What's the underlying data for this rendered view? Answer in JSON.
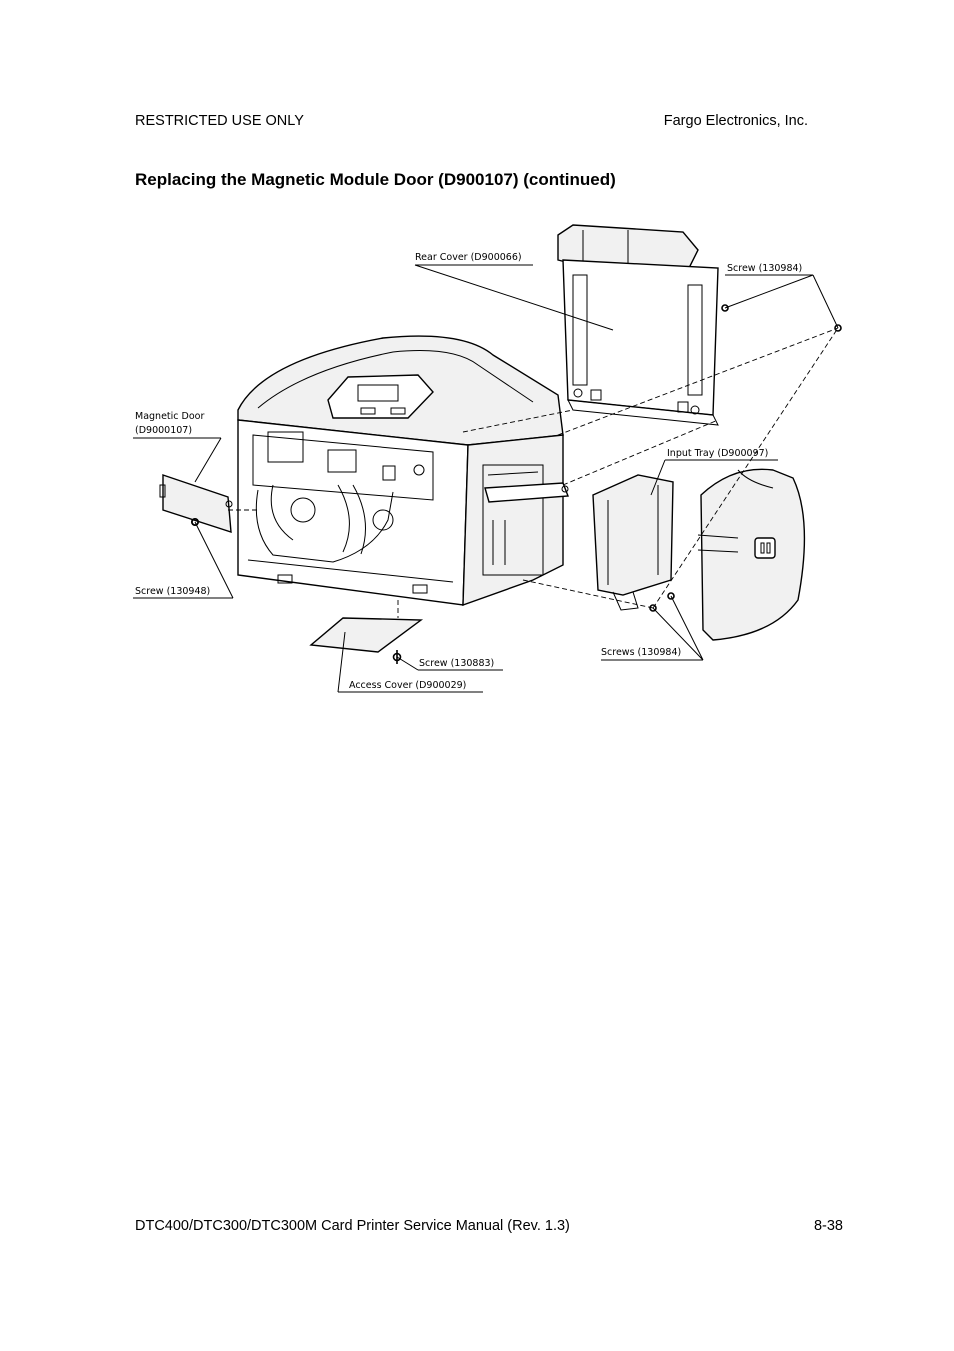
{
  "header": {
    "left": "RESTRICTED USE ONLY",
    "right": "Fargo Electronics, Inc."
  },
  "title": "Replacing the Magnetic Module Door (D900107) (continued)",
  "figure": {
    "labels": {
      "rear_cover": "Rear Cover (D900066)",
      "screw_top": "Screw (130984)",
      "magnetic_door_line1": "Magnetic Door",
      "magnetic_door_line2": "(D9000107)",
      "input_tray": "Input Tray (D900097)",
      "screw_left": "Screw (130948)",
      "screws_right": "Screws (130984)",
      "screw_bottom": "Screw (130883)",
      "access_cover": "Access Cover (D900029)"
    }
  },
  "footer": {
    "left": "DTC400/DTC300/DTC300M Card Printer Service Manual (Rev. 1.3)",
    "right": "8-38"
  }
}
